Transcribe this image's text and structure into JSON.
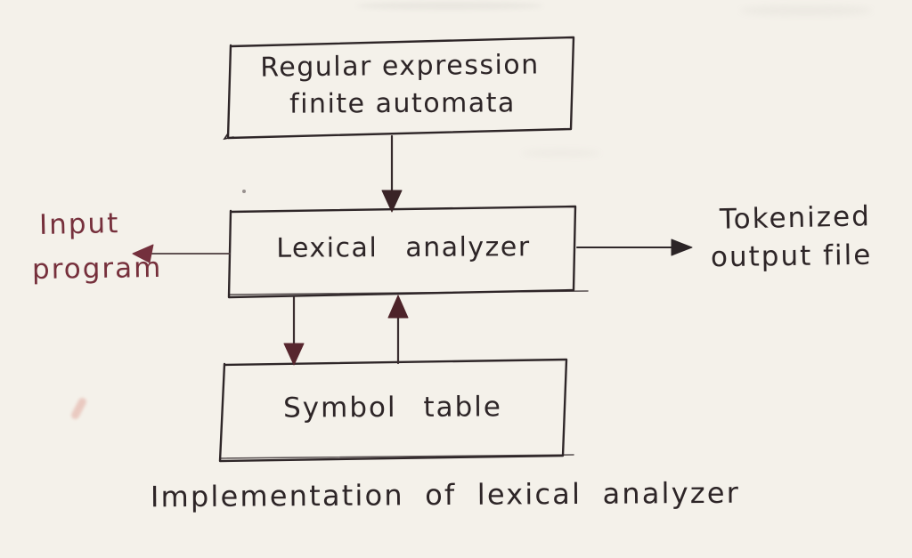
{
  "page": {
    "paper_color": "#f4f1ea",
    "ink_color": "#2d2527",
    "accent_ink_color": "#76303c"
  },
  "diagram": {
    "caption": "Implementation of lexical analyzer",
    "boxes": {
      "regex_fa": {
        "line1": "Regular expression",
        "line2": "finite automata"
      },
      "lexical_analyzer": {
        "label": "Lexical analyzer"
      },
      "symbol_table": {
        "label": "Symbol table"
      }
    },
    "side_labels": {
      "input_program": {
        "line1": "Input",
        "line2": "program"
      },
      "tokenized_output": {
        "line1": "Tokenized",
        "line2": "output file"
      }
    }
  }
}
